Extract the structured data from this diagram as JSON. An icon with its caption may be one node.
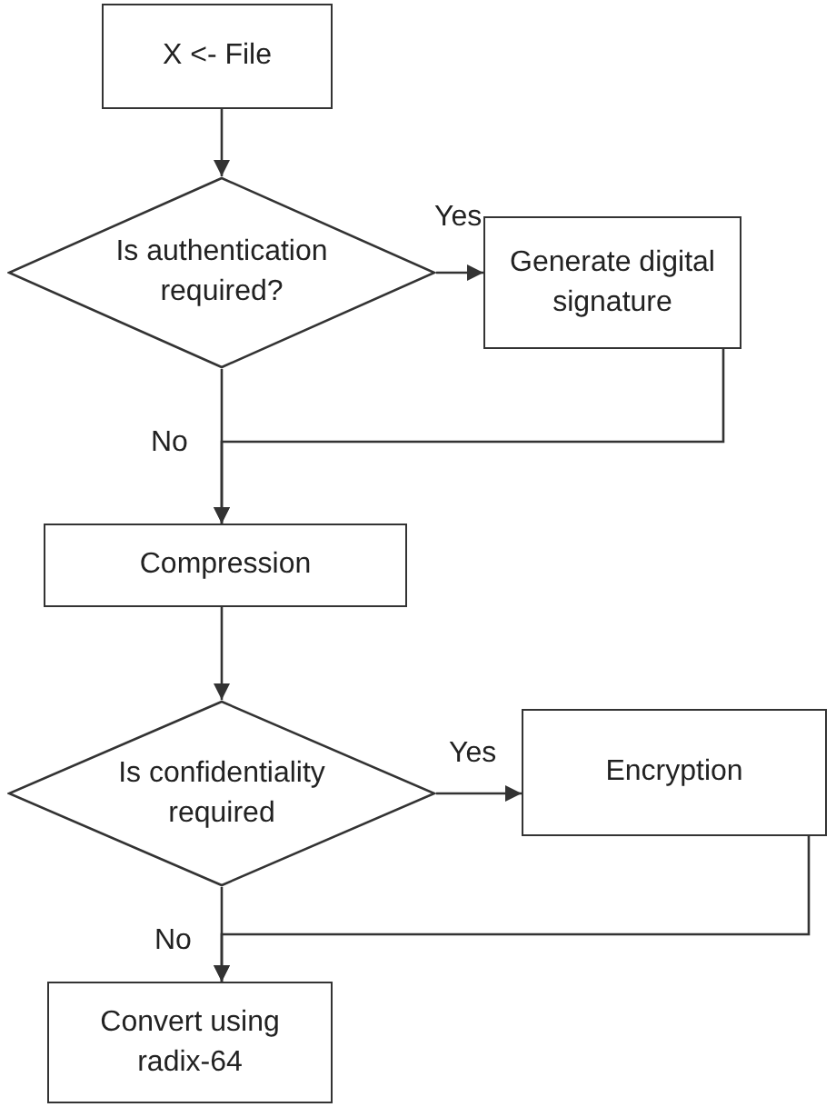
{
  "diagram": {
    "nodes": [
      {
        "text": [
          "X <- File"
        ]
      },
      {
        "text": [
          "Is authentication required?"
        ]
      },
      {
        "text": [
          "Generate digital signature"
        ]
      },
      {
        "text": [
          "Compression"
        ]
      },
      {
        "text": [
          "Is confidentiality required"
        ]
      },
      {
        "text": [
          "Encryption"
        ]
      },
      {
        "text": [
          "Convert using radix-64"
        ]
      }
    ],
    "edges": [
      {
        "from": 0,
        "to": 1,
        "arrow": "to"
      },
      {
        "from": 1,
        "to": 2,
        "arrow": "to",
        "label": "Yes"
      },
      {
        "from": 1,
        "to": 3,
        "arrow": "to",
        "label": "No"
      },
      {
        "from": 2,
        "to": 3,
        "arrow": "to"
      },
      {
        "from": 3,
        "to": 4,
        "arrow": "to"
      },
      {
        "from": 4,
        "to": 5,
        "arrow": "to",
        "label": "Yes"
      },
      {
        "from": 4,
        "to": 6,
        "arrow": "to",
        "label": "No"
      },
      {
        "from": 5,
        "to": 6,
        "arrow": "to"
      }
    ]
  }
}
